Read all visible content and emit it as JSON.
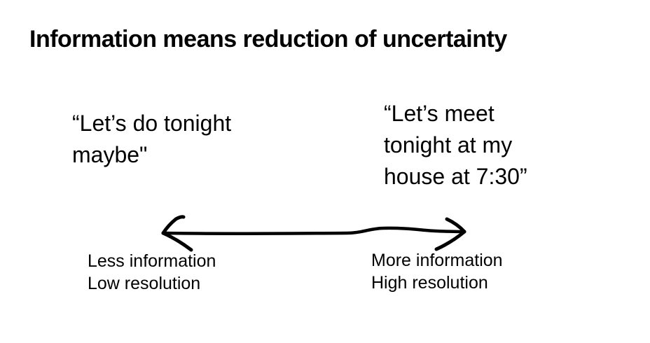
{
  "slide": {
    "title": "Information means reduction of uncertainty"
  },
  "quotes": {
    "low_info": "“Let’s do tonight\nmaybe\"",
    "high_info": "“Let’s meet\ntonight at my\nhouse at 7:30”"
  },
  "spectrum": {
    "left": {
      "line1": "Less information",
      "line2": "Low resolution"
    },
    "right": {
      "line1": "More information",
      "line2": "High resolution"
    }
  },
  "colors": {
    "background": "#ffffff",
    "text": "#000000",
    "arrow": "#000000"
  }
}
